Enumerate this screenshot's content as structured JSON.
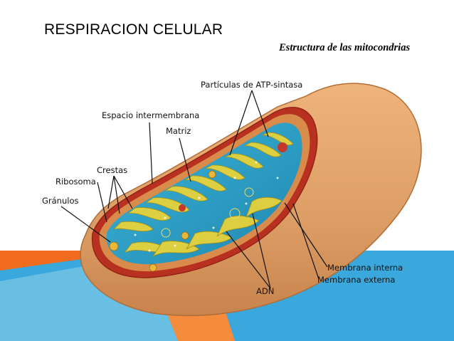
{
  "slide": {
    "title": "RESPIRACION CELULAR",
    "subtitle": "Estructura de las mitocondrias"
  },
  "diagram": {
    "labels": {
      "atp_synthase": "Partículas de ATP-sintasa",
      "intermembrane_space": "Espacio intermembrana",
      "matrix": "Matriz",
      "cristae": "Crestas",
      "ribosome": "Ribosoma",
      "granules": "Gránulos",
      "inner_membrane": "Membrana interna",
      "outer_membrane": "Membrana externa",
      "dna": "ADN"
    }
  },
  "colors": {
    "orange_accent": "#f26c1f",
    "blue_accent": "#3aa8dc",
    "outer_membrane": "#e0a36a",
    "inner_membrane_red": "#c0151b",
    "matrix_blue": "#2a9bc4",
    "cristae_yellow": "#e6d23a"
  }
}
